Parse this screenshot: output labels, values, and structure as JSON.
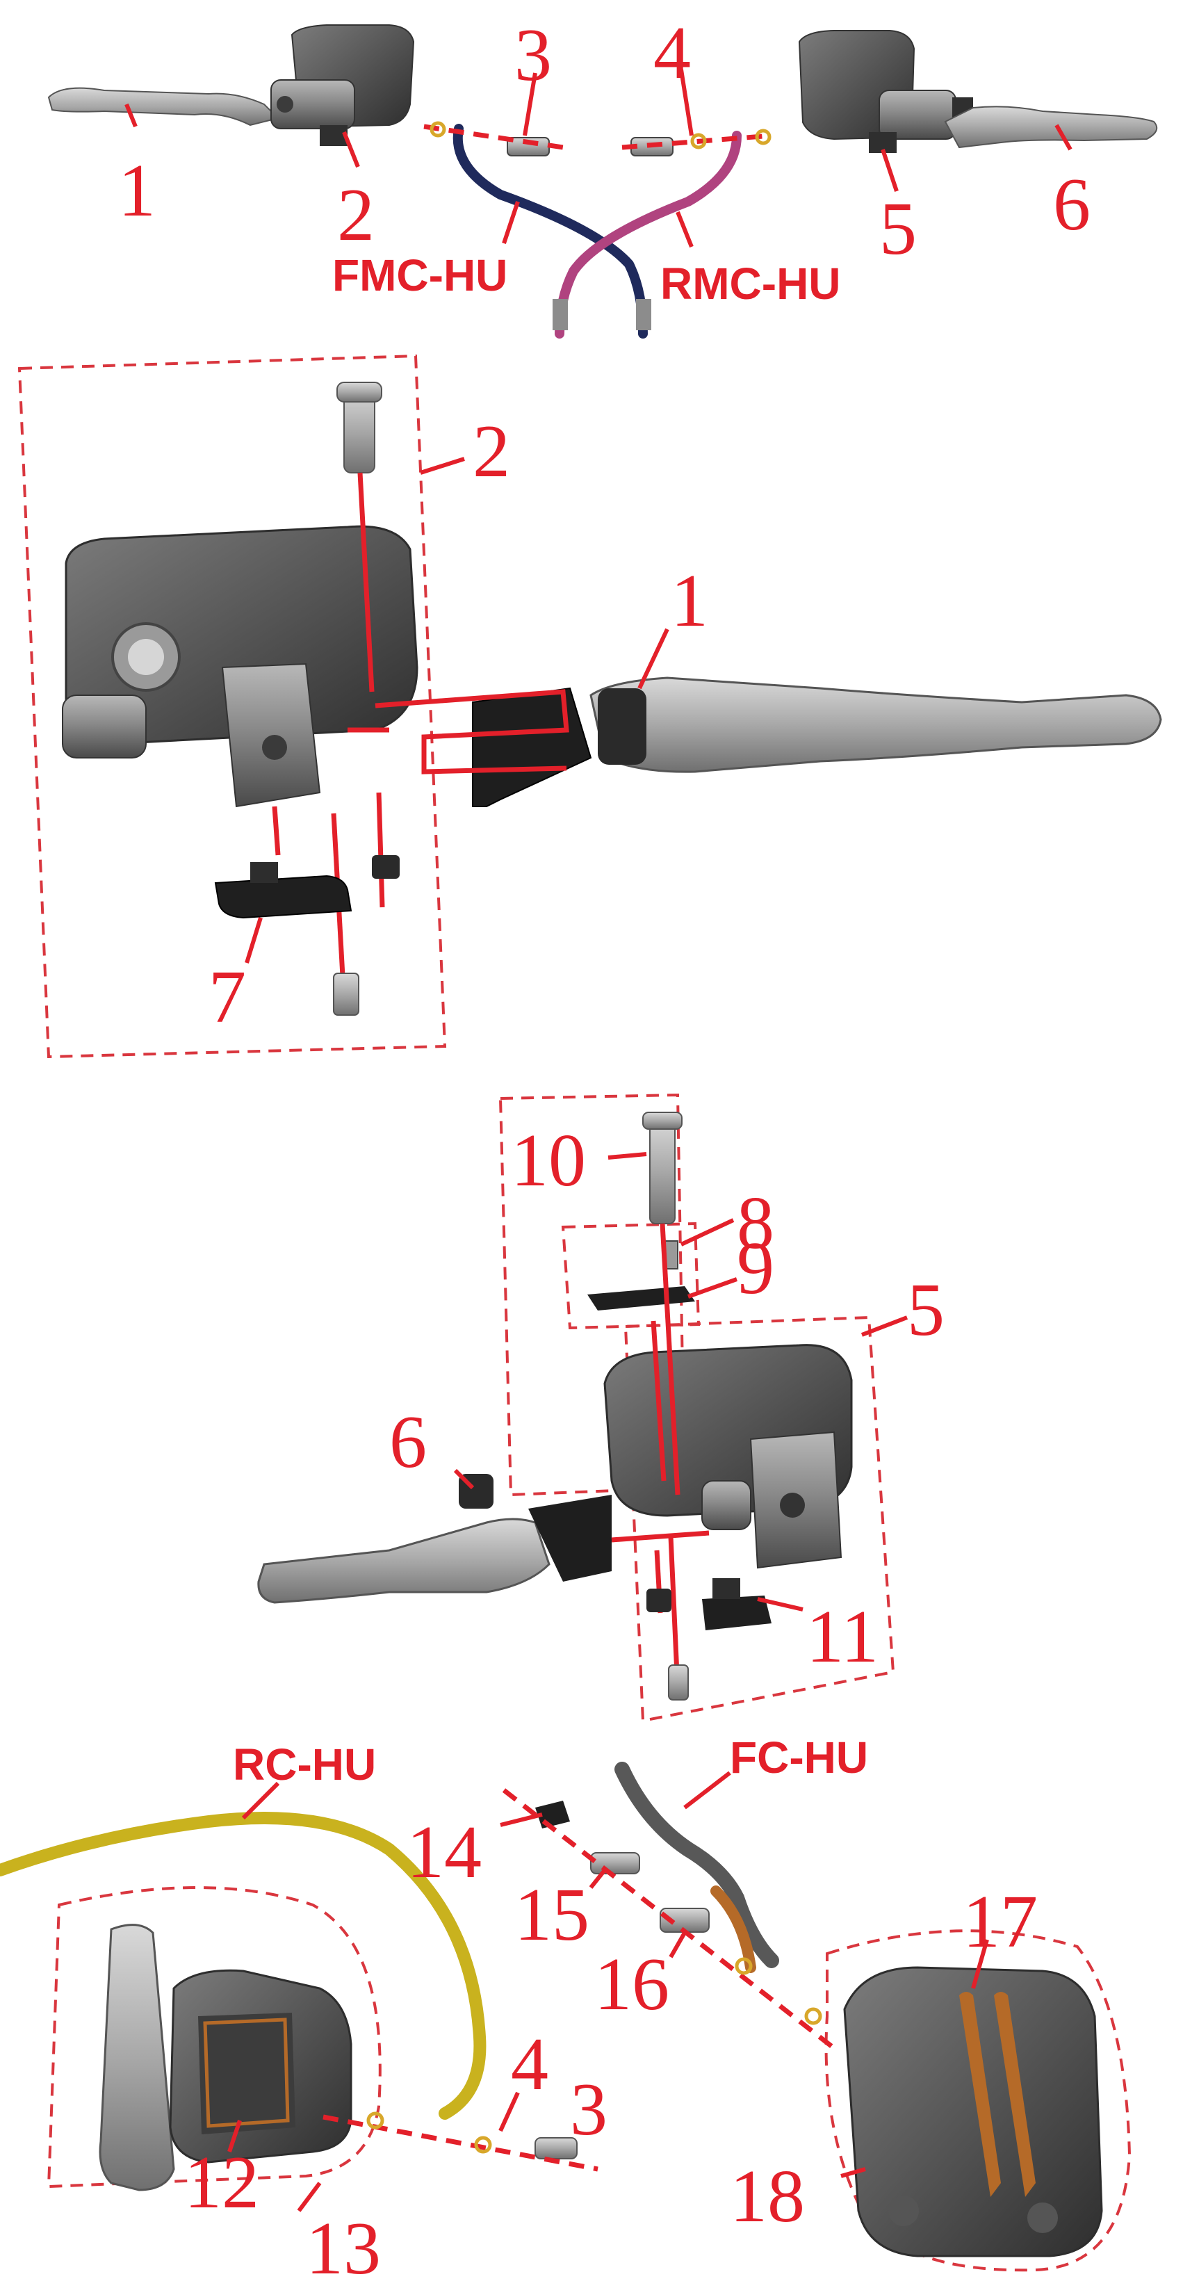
{
  "callouts": {
    "top": {
      "n1": "1",
      "n2": "2",
      "n3": "3",
      "n4": "4",
      "n5": "5",
      "n6": "6"
    },
    "left": {
      "n2": "2",
      "n1": "1",
      "n7": "7"
    },
    "right": {
      "n10": "10",
      "n8": "8",
      "n9": "9",
      "n5": "5",
      "n6": "6",
      "n11": "11"
    },
    "bottom": {
      "n14": "14",
      "n15": "15",
      "n16": "16",
      "n17": "17",
      "n12": "12",
      "n4": "4",
      "n3": "3",
      "n18": "18",
      "n13": "13"
    }
  },
  "hose_labels": {
    "fmc": "FMC-HU",
    "rmc": "RMC-HU",
    "rc": "RC-HU",
    "fc": "FC-HU"
  },
  "colors": {
    "callout": "#e3202a",
    "hose_front": "#1f2a5c",
    "hose_rear": "#b0437f",
    "hose_yellow": "#c9b21e",
    "hose_grey": "#585858",
    "metal": "#6f6f6f"
  }
}
